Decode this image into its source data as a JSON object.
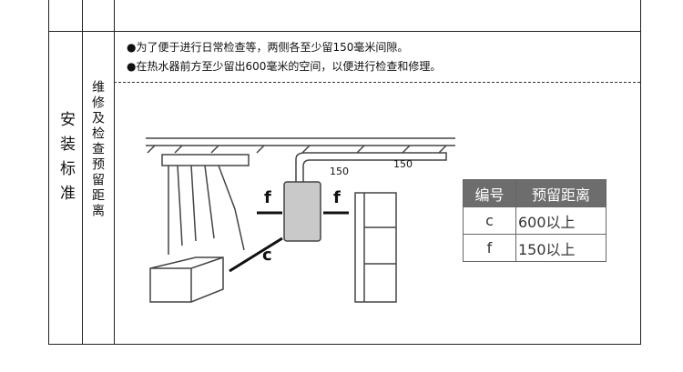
{
  "section_title": "安装标准",
  "subsection_title": "维修及检查预留距离",
  "notes": [
    "●为了便于进行日常检查等，两侧各至少留150毫米间隙。",
    "●在热水器前方至少留出600毫米的空间，以便进行检查和修理。"
  ],
  "diagram": {
    "dim_pipe_1": "150",
    "dim_pipe_2": "150",
    "label_f_left": "f",
    "label_f_right": "f",
    "label_c": "c"
  },
  "table": {
    "headers": [
      "编号",
      "预留距离"
    ],
    "rows": [
      [
        "c",
        "600以上"
      ],
      [
        "f",
        "150以上"
      ]
    ]
  }
}
